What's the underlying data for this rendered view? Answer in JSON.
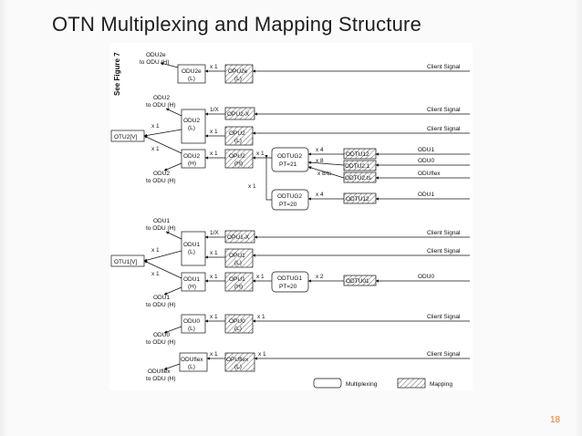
{
  "slide": {
    "title": "OTN Multiplexing and Mapping Structure",
    "page_number": "18"
  },
  "diagram": {
    "see_figure": "See Figure 7",
    "client_signal": "Client Signal",
    "x1": "x 1",
    "otu2v": "OTU2[V]",
    "otu1v": "OTU1[V]",
    "odu2e_top1": "ODU2e",
    "odu2e_top2": "to ODU (H)",
    "odu2e_b1": "ODU2e",
    "odu2e_b2": "(L)",
    "opu2e_b1": "OPU2e",
    "opu2e_b2": "(L)",
    "odu2_top1": "ODU2",
    "odu2_top2": "to ODU (H)",
    "x1_x": "1/X",
    "opu2x": "OPU2-X",
    "odu2l_1": "ODU2",
    "odu2l_2": "(L)",
    "opu2l_1": "OPU2",
    "opu2l_2": "(L)",
    "odu2h_1": "ODU2",
    "odu2h_2": "(H)",
    "opu2h_1": "OPU2",
    "opu2h_2": "(H)",
    "odu2_bot1": "ODU2",
    "odu2_bot2": "to ODU (H)",
    "odtug2a_1": "ODTUG2",
    "odtug2a_2": "PT=21",
    "odtug2b_1": "ODTUG2",
    "odtug2b_2": "PT=20",
    "x4": "x 4",
    "x8": "x 8",
    "x8ts": "x 8/ts",
    "odtu12": "ODTU12",
    "odtu21": "ODTU2.1",
    "odtu2ts": "ODTU2.ts",
    "odu1": "ODU1",
    "odu0": "ODU0",
    "oduflex": "ODUflex",
    "odu1_top1": "ODU1",
    "odu1_top2": "to ODU (H)",
    "opu1x": "OPU1-X",
    "odu1l_1": "ODU1",
    "odu1l_2": "(L)",
    "opu1l_1": "OPU1",
    "opu1l_2": "(L)",
    "odu1h_1": "ODU1",
    "odu1h_2": "(H)",
    "opu1h_1": "OPU1",
    "opu1h_2": "(H)",
    "odtug1_1": "ODTUG1",
    "odtug1_2": "PT=20",
    "x2": "x 2",
    "odtu01": "ODTU01",
    "odu1_bot1": "ODU1",
    "odu1_bot2": "to ODU (H)",
    "odu0l_1": "ODU0",
    "odu0l_2": "(L)",
    "opu0l_1": "OPU0",
    "opu0l_2": "(L)",
    "odu0_bot1": "ODU0",
    "odu0_bot2": "to ODU (H)",
    "odufl_1": "ODUflex",
    "odufl_2": "(L)",
    "opufl_1": "OPUflex",
    "opufl_2": "(L)",
    "oduflex_bot1": "ODUflex",
    "oduflex_bot2": "to ODU (H)",
    "legend_mux": "Multiplexing",
    "legend_map": "Mapping"
  }
}
